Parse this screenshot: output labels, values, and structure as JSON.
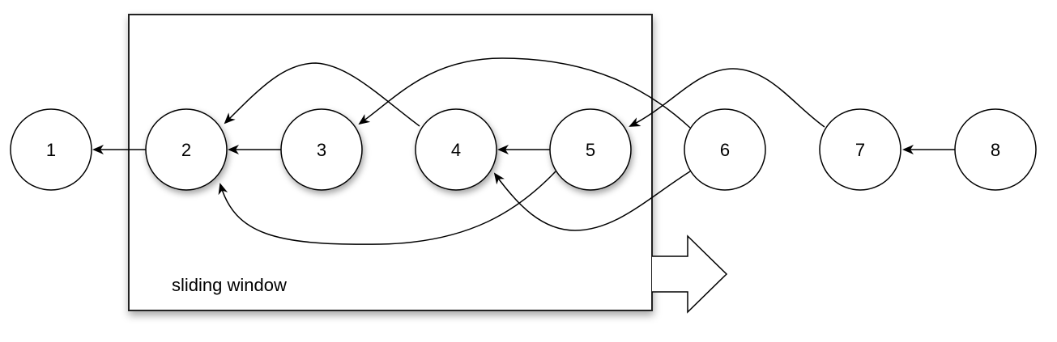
{
  "window": {
    "label": "sliding window"
  },
  "nodes": [
    {
      "id": 1,
      "label": "1",
      "in_window": false
    },
    {
      "id": 2,
      "label": "2",
      "in_window": true
    },
    {
      "id": 3,
      "label": "3",
      "in_window": true
    },
    {
      "id": 4,
      "label": "4",
      "in_window": true
    },
    {
      "id": 5,
      "label": "5",
      "in_window": true
    },
    {
      "id": 6,
      "label": "6",
      "in_window": false
    },
    {
      "id": 7,
      "label": "7",
      "in_window": false
    },
    {
      "id": 8,
      "label": "8",
      "in_window": false
    }
  ],
  "edges": [
    {
      "from": 2,
      "to": 1
    },
    {
      "from": 3,
      "to": 2
    },
    {
      "from": 5,
      "to": 4
    },
    {
      "from": 8,
      "to": 7
    },
    {
      "from": 4,
      "to": 2
    },
    {
      "from": 6,
      "to": 3
    },
    {
      "from": 7,
      "to": 5
    },
    {
      "from": 5,
      "to": 2
    },
    {
      "from": 6,
      "to": 4
    }
  ],
  "slide_arrow": {
    "direction": "right"
  }
}
